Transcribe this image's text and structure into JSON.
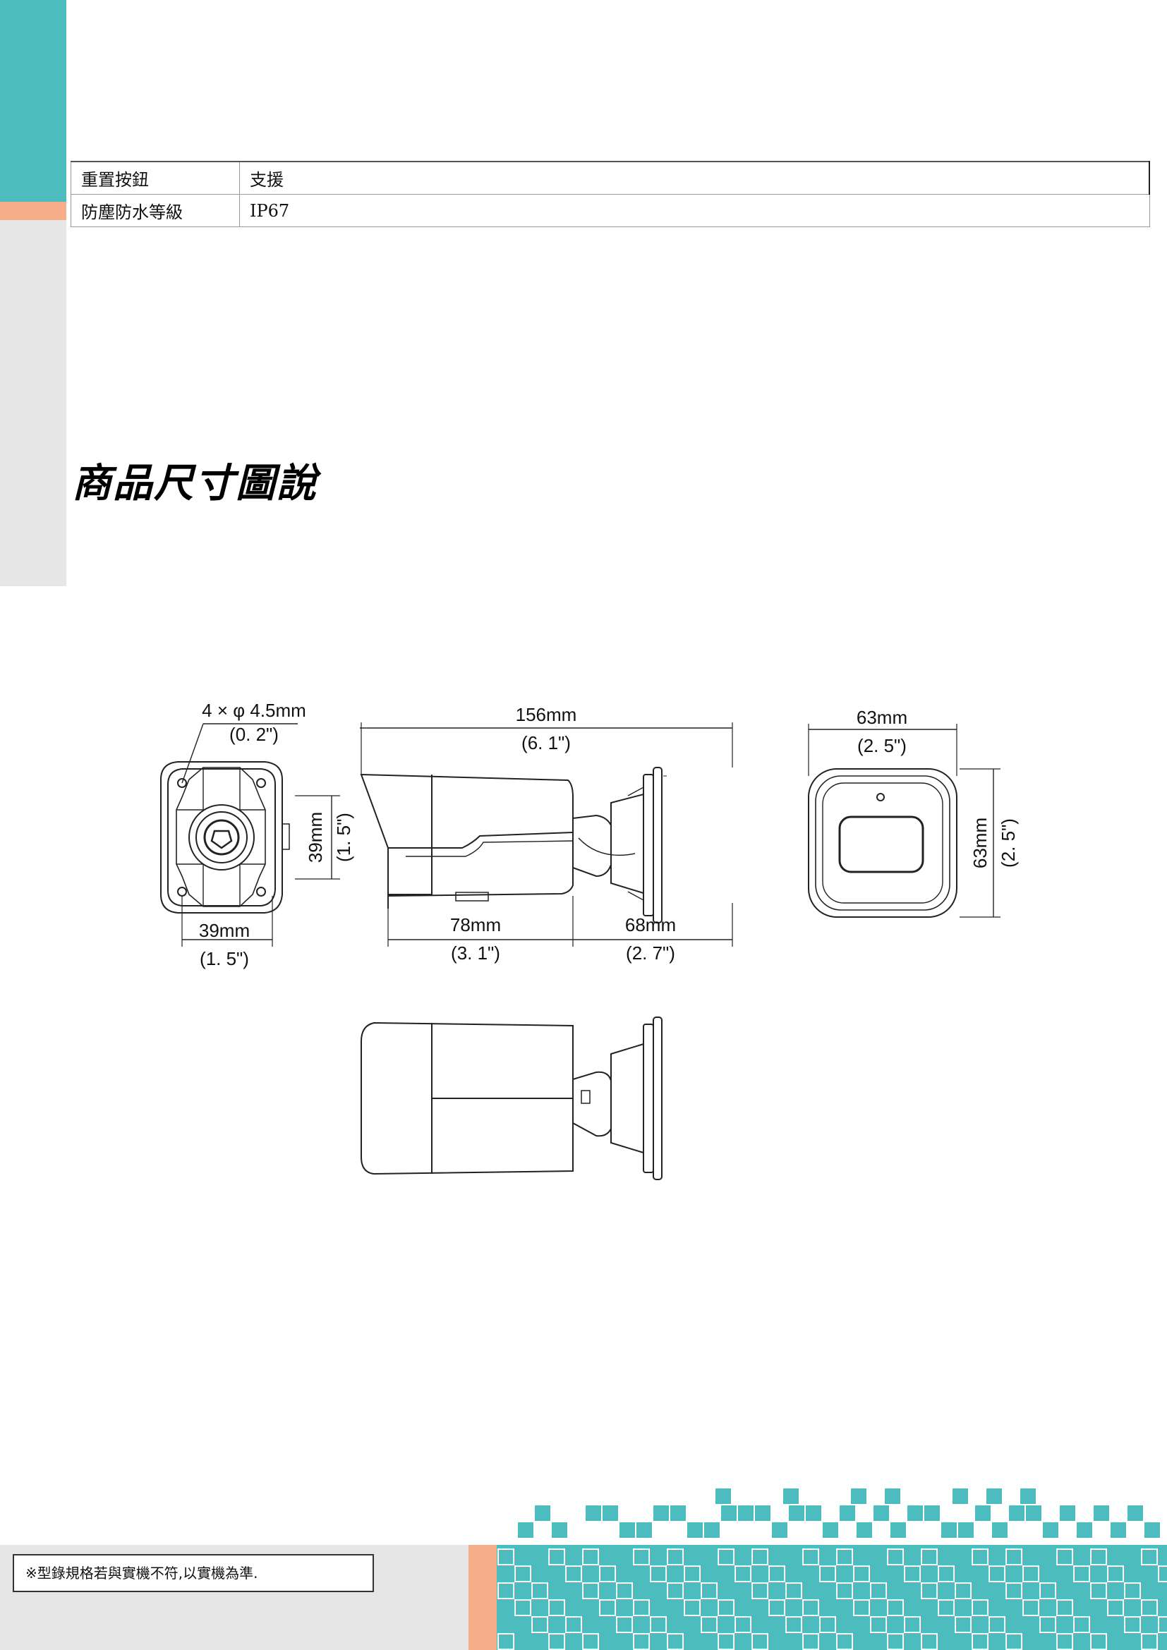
{
  "spec_rows": [
    {
      "key": "重置按鈕",
      "value": "支援"
    },
    {
      "key": "防塵防水等級",
      "value": "IP67"
    }
  ],
  "section_title": "商品尺寸圖說",
  "drawing": {
    "hole_label": "4 × φ 4.5mm",
    "hole_label_in": "(0. 2\")",
    "length_total": "156mm",
    "length_total_in": "(6. 1\")",
    "front_width": "63mm",
    "front_width_in": "(2. 5\")",
    "front_height": "63mm",
    "front_height_in": "(2. 5\")",
    "mount_height": "39mm",
    "mount_height_in": "(1. 5\")",
    "mount_width": "39mm",
    "mount_width_in": "(1. 5\")",
    "body_length": "78mm",
    "body_length_in": "(3. 1\")",
    "bracket_length": "68mm",
    "bracket_length_in": "(2. 7\")"
  },
  "footer_note": "※型錄規格若與實機不符,以實機為準.",
  "colors": {
    "teal": "#4cbcbe",
    "orange": "#f7ae8b",
    "gray": "#e6e6e6"
  }
}
